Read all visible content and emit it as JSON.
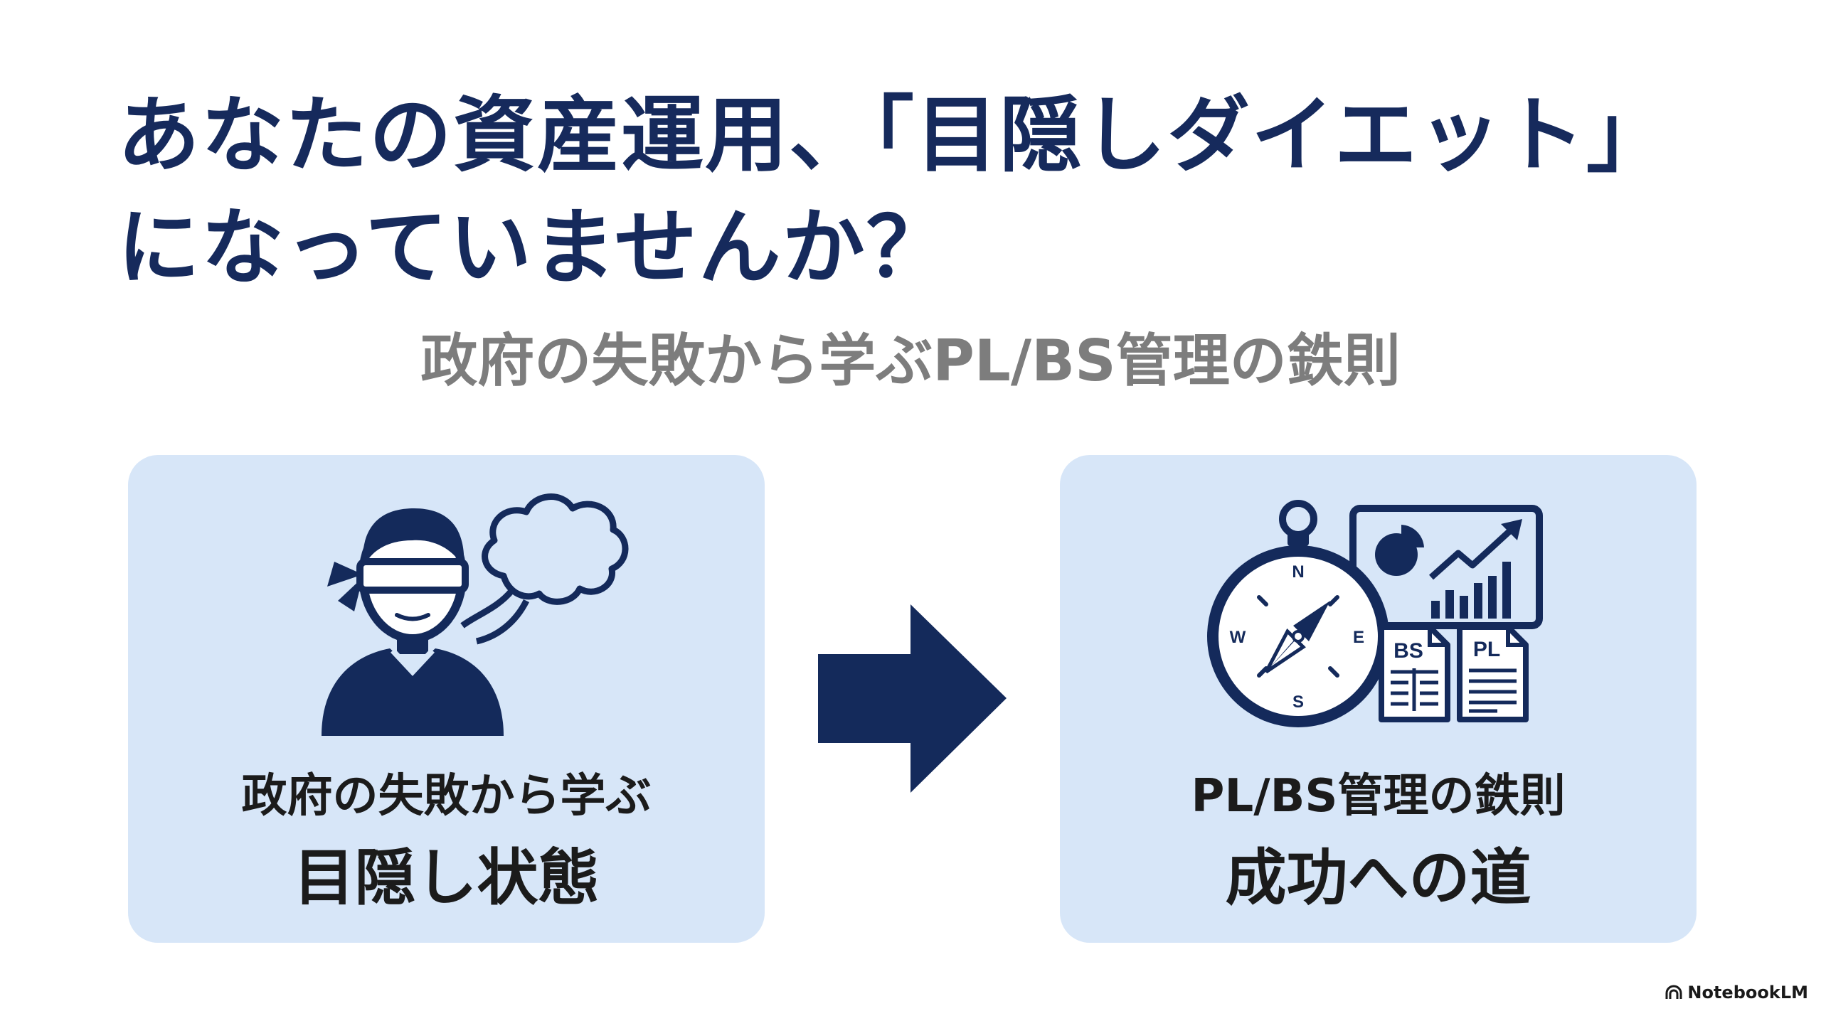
{
  "slide": {
    "title_line1": "あなたの資産運用、「目隠しダイエット」",
    "title_line2": "になっていませんか？",
    "subtitle": "政府の失敗から学ぶPL/BS管理の鉄則"
  },
  "left_card": {
    "small_label": "政府の失敗から学ぶ",
    "big_label": "目隠し状態",
    "icon": "blindfolded-person-icon"
  },
  "right_card": {
    "small_label": "PL/BS管理の鉄則",
    "big_label": "成功への道",
    "icon": "compass-and-financial-reports-icon",
    "compass_n": "N",
    "compass_e": "E",
    "compass_s": "S",
    "compass_w": "W",
    "doc_bs": "BS",
    "doc_pl": "PL"
  },
  "arrow": {
    "icon": "right-arrow-icon"
  },
  "brand": {
    "label": "NotebookLM",
    "icon": "notebooklm-logo-icon"
  },
  "colors": {
    "navy": "#162a5c",
    "card_bg": "#d7e6f8",
    "subtitle_gray": "#7d7d7d"
  }
}
